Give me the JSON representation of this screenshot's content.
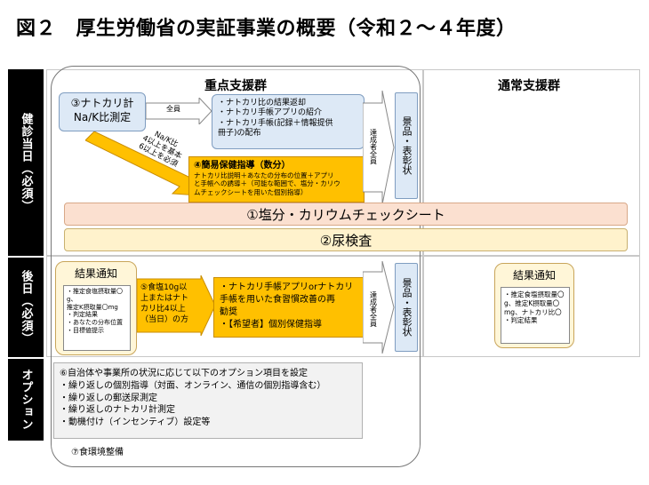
{
  "title": "図２　厚生労働省の実証事業の概要（令和２～４年度）",
  "rows": {
    "r1": "健診当日（必須）",
    "r2": "後日（必須）",
    "r3": "オプション"
  },
  "focus_panel": {
    "title": "重点支援群"
  },
  "normal_panel": {
    "title": "通常支援群"
  },
  "step3": {
    "line1": "③ナトカリ計",
    "line2": "Na/K比測定"
  },
  "all_label": "全員",
  "feedback_box": {
    "line1": "・ナトカリ比の結果返却",
    "line2": "・ナトカリ手帳アプリの紹介",
    "line3": "・ナトカリ手帳(記録＋情報提供",
    "line4": "冊子)の配布"
  },
  "diagonal_label": {
    "line1": "Na/K比",
    "line2": "4以上を基本",
    "line3": "6以上を必須"
  },
  "step4": {
    "title": "④簡易保健指導（数分）",
    "line1": "ナトカリ比説明＋あなたの分布の位置＋アプリ",
    "line2": "と手帳への誘導＋（可能な範囲で、塩分・カリウ",
    "line3": "ムチェックシートを用いた個別指導）"
  },
  "arrow_label_top": "達成者全員",
  "reward_top": "景品・表彰状",
  "banner1": "①塩分・カリウムチェックシート",
  "banner2": "②尿検査",
  "result_left": {
    "title": "結果通知",
    "items": [
      "・推定食塩摂取量〇g、",
      "推定K摂取量〇mg",
      "・判定結果",
      "・あなたの分布位置",
      "・目標値提示"
    ]
  },
  "step5": {
    "line1": "⑤食塩10g以",
    "line2": "上またはナト",
    "line3": "カリ比4以上",
    "line4": "（当日）の方"
  },
  "guidance_box": {
    "line1": "・ナトカリ手帳アプリorナトカリ",
    "line2": "手帳を用いた食習慣改善の再",
    "line3": "勧奨",
    "line4": "・【希望者】個別保健指導"
  },
  "arrow_label_bottom": "達成者全員",
  "reward_bottom": "景品・表彰状",
  "result_right": {
    "title": "結果通知",
    "items": [
      "・推定食塩摂取量〇",
      "g、推定K摂取量〇",
      "mg、ナトカリ比〇",
      "・判定結果"
    ]
  },
  "options": {
    "lines": [
      "⑥自治体や事業所の状況に応じて以下のオプション項目を設定",
      "・繰り返しの個別指導（対面、オンライン、通信の個別指導含む）",
      "・繰り返しの郵送尿測定",
      "・繰り返しのナトカリ計測定",
      "・動機付け（インセンティブ）設定等"
    ]
  },
  "footer_note": "⑦食環境整備"
}
